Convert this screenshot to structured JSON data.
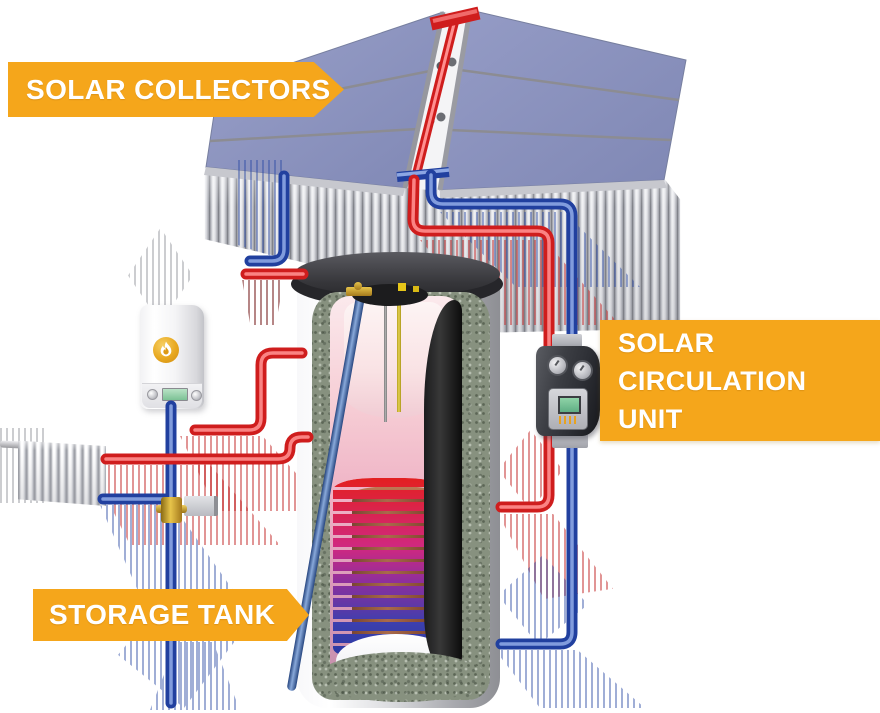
{
  "diagram": {
    "type": "solar-thermal-heating-system-cutaway",
    "banners": {
      "solar_collectors": "SOLAR COLLECTORS",
      "storage_tank": "STORAGE TANK",
      "solar_circulation_unit": [
        "SOLAR",
        "CIRCULATION",
        "UNIT"
      ]
    },
    "colors": {
      "banner_orange": "#F5A61B",
      "hot_pipe_red": "#CF1D1D",
      "cold_pipe_blue": "#21409F",
      "collector_panel_blue": "#8890BD",
      "insulation_gray_green": "#87917F"
    }
  }
}
